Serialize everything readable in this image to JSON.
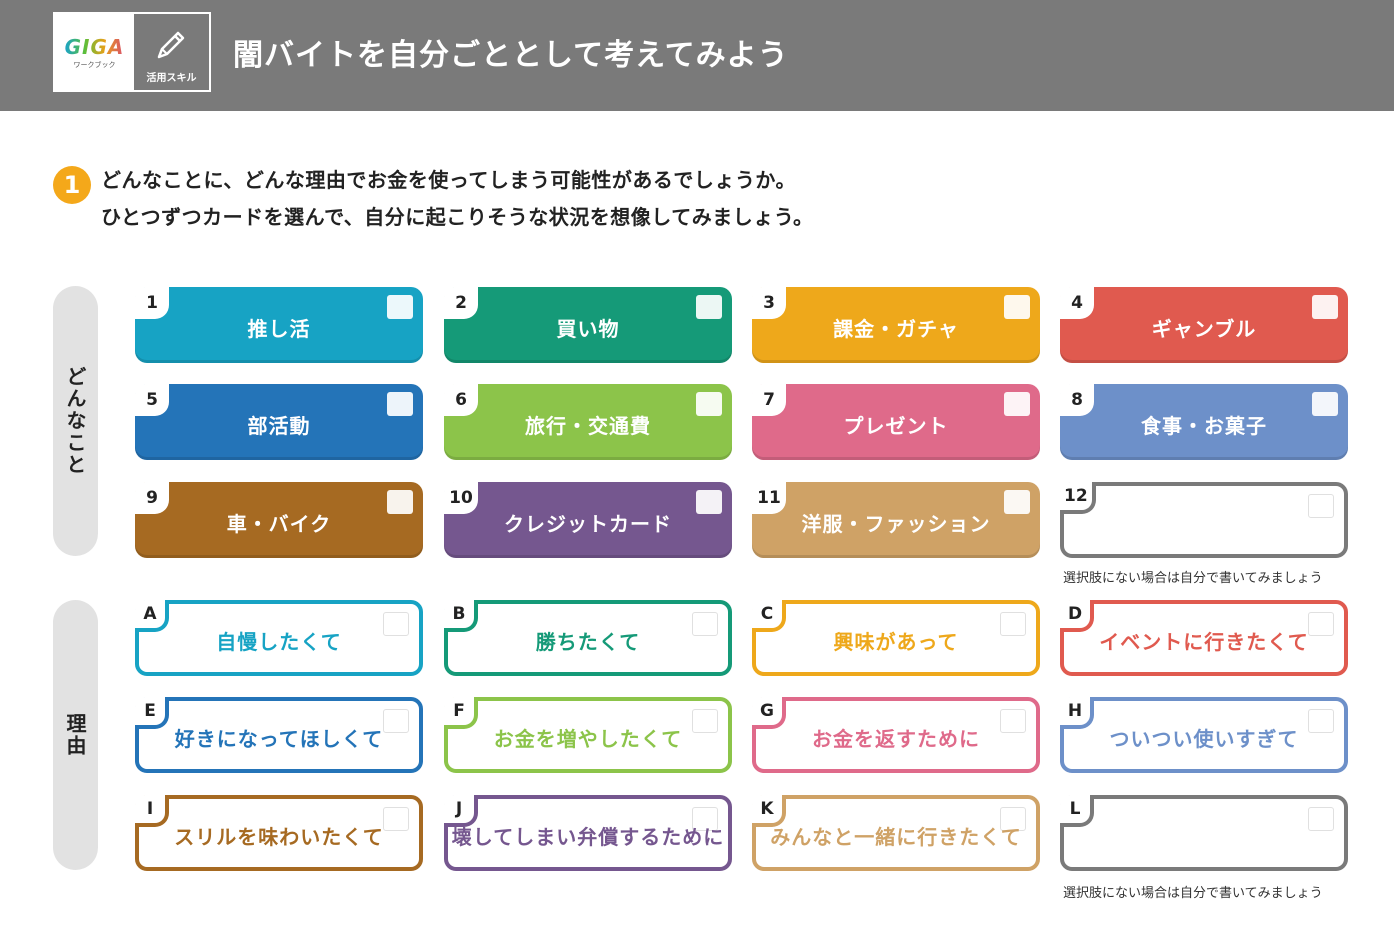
{
  "header": {
    "logo_text": "GIGA",
    "logo_sub": "ワークブック",
    "skill_label": "活用スキル",
    "title": "闇バイトを自分ごととして考えてみよう"
  },
  "step": {
    "number": "1",
    "line1": "どんなことに、どんな理由でお金を使ってしまう可能性があるでしょうか。",
    "line2": "ひとつずつカードを選んで、自分に起こりそうな状況を想像してみましょう。"
  },
  "sections": {
    "what_label": "どんなこと",
    "why_label": "理由"
  },
  "what_cards": [
    {
      "num": "1",
      "label": "推し活",
      "color": "#17a3c4"
    },
    {
      "num": "2",
      "label": "買い物",
      "color": "#159a78"
    },
    {
      "num": "3",
      "label": "課金・ガチャ",
      "color": "#eea81b"
    },
    {
      "num": "4",
      "label": "ギャンブル",
      "color": "#e05a4f"
    },
    {
      "num": "5",
      "label": "部活動",
      "color": "#2474b8"
    },
    {
      "num": "6",
      "label": "旅行・交通費",
      "color": "#8cc44a"
    },
    {
      "num": "7",
      "label": "プレゼント",
      "color": "#df6a8a"
    },
    {
      "num": "8",
      "label": "食事・お菓子",
      "color": "#6d90c9"
    },
    {
      "num": "9",
      "label": "車・バイク",
      "color": "#a66a22"
    },
    {
      "num": "10",
      "label": "クレジットカード",
      "color": "#75578f"
    },
    {
      "num": "11",
      "label": "洋服・ファッション",
      "color": "#cfa266"
    },
    {
      "num": "12",
      "label": "",
      "color": "#7a7a7a"
    }
  ],
  "why_cards": [
    {
      "num": "A",
      "label": "自慢したくて",
      "color": "#17a3c4"
    },
    {
      "num": "B",
      "label": "勝ちたくて",
      "color": "#159a78"
    },
    {
      "num": "C",
      "label": "興味があって",
      "color": "#eea81b"
    },
    {
      "num": "D",
      "label": "イベントに行きたくて",
      "color": "#e05a4f"
    },
    {
      "num": "E",
      "label": "好きになってほしくて",
      "color": "#2474b8"
    },
    {
      "num": "F",
      "label": "お金を増やしたくて",
      "color": "#8cc44a"
    },
    {
      "num": "G",
      "label": "お金を返すために",
      "color": "#df6a8a"
    },
    {
      "num": "H",
      "label": "ついつい使いすぎて",
      "color": "#6d90c9"
    },
    {
      "num": "I",
      "label": "スリルを味わいたくて",
      "color": "#a66a22"
    },
    {
      "num": "J",
      "label": "壊してしまい弁償するために",
      "color": "#75578f"
    },
    {
      "num": "K",
      "label": "みんなと一緒に行きたくて",
      "color": "#cfa266"
    },
    {
      "num": "L",
      "label": "",
      "color": "#7a7a7a"
    }
  ],
  "notes": {
    "what_note": "選択肢にない場合は自分で書いてみましょう",
    "why_note": "選択肢にない場合は自分で書いてみましょう"
  }
}
